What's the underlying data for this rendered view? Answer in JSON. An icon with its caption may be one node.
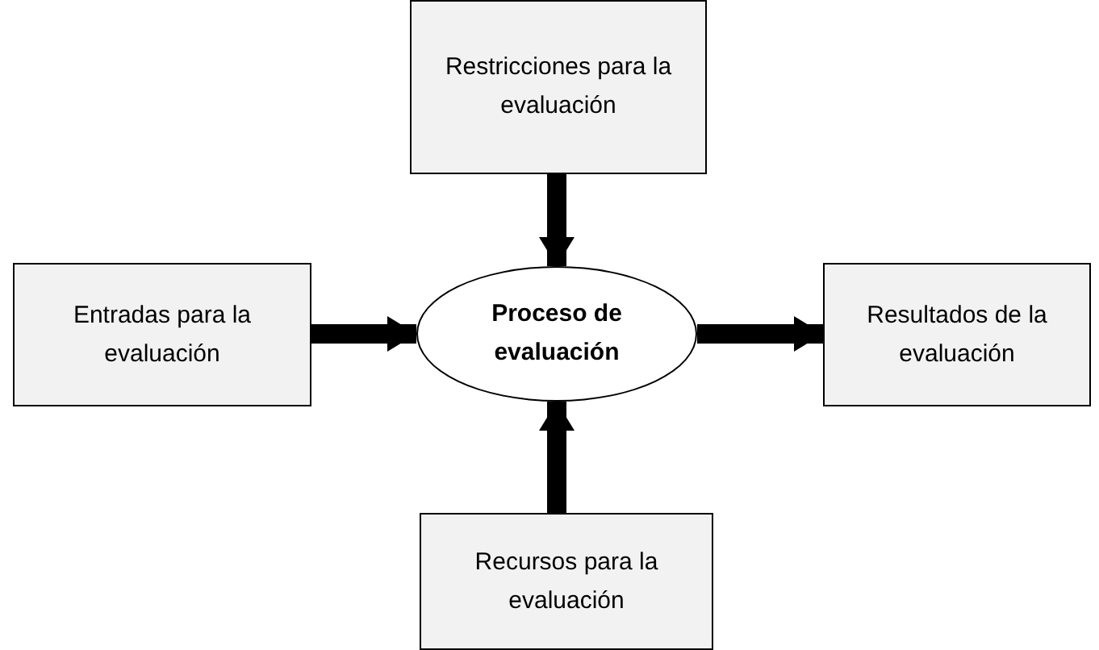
{
  "diagram": {
    "nodes": [
      {
        "text": [
          "Restricciones para la evaluación"
        ]
      },
      {
        "text": [
          "Entradas para la evaluación"
        ]
      },
      {
        "text": [
          "Proceso de evaluación"
        ]
      },
      {
        "text": [
          "Resultados de la evaluación"
        ]
      },
      {
        "text": [
          "Recursos para la evaluación"
        ]
      }
    ],
    "edges": [
      {
        "from": 0,
        "to": 2,
        "arrow": "to"
      },
      {
        "from": 1,
        "to": 2,
        "arrow": "to"
      },
      {
        "from": 2,
        "to": 3,
        "arrow": "to"
      },
      {
        "from": 4,
        "to": 2,
        "arrow": "to"
      }
    ]
  }
}
